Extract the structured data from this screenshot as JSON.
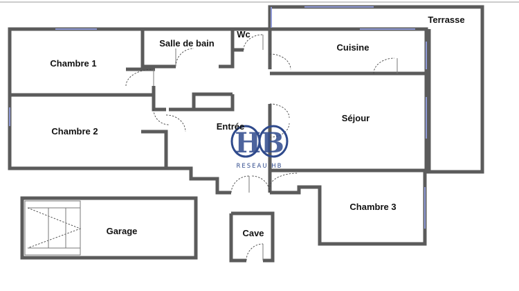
{
  "rooms": {
    "terrasse": "Terrasse",
    "salle_de_bain": "Salle de bain",
    "wc": "Wc",
    "cuisine": "Cuisine",
    "chambre_1": "Chambre 1",
    "chambre_2": "Chambre 2",
    "entree": "Entrée",
    "sejour": "Séjour",
    "chambre_3": "Chambre 3",
    "garage": "Garage",
    "cave": "Cave"
  },
  "logo": {
    "monogram": "HB",
    "text": "RESEAU HB",
    "color": "#2f4a8c"
  },
  "colors": {
    "wall": "#5b5b5b",
    "window": "#8f9ad6"
  }
}
